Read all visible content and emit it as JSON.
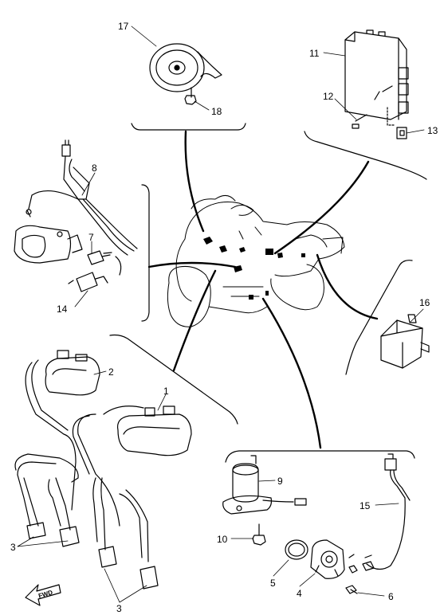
{
  "diagram": {
    "callouts": [
      {
        "id": "17",
        "text": "17"
      },
      {
        "id": "18",
        "text": "18"
      },
      {
        "id": "11",
        "text": "11"
      },
      {
        "id": "12",
        "text": "12"
      },
      {
        "id": "13",
        "text": "13"
      },
      {
        "id": "8",
        "text": "8"
      },
      {
        "id": "7",
        "text": "7"
      },
      {
        "id": "14",
        "text": "14"
      },
      {
        "id": "16",
        "text": "16"
      },
      {
        "id": "2",
        "text": "2"
      },
      {
        "id": "1",
        "text": "1"
      },
      {
        "id": "9",
        "text": "9"
      },
      {
        "id": "15",
        "text": "15"
      },
      {
        "id": "10",
        "text": "10"
      },
      {
        "id": "5",
        "text": "5"
      },
      {
        "id": "4",
        "text": "4"
      },
      {
        "id": "6",
        "text": "6"
      },
      {
        "id": "3a",
        "text": "3"
      },
      {
        "id": "3b",
        "text": "3"
      }
    ],
    "fwd_label": "FWD"
  }
}
